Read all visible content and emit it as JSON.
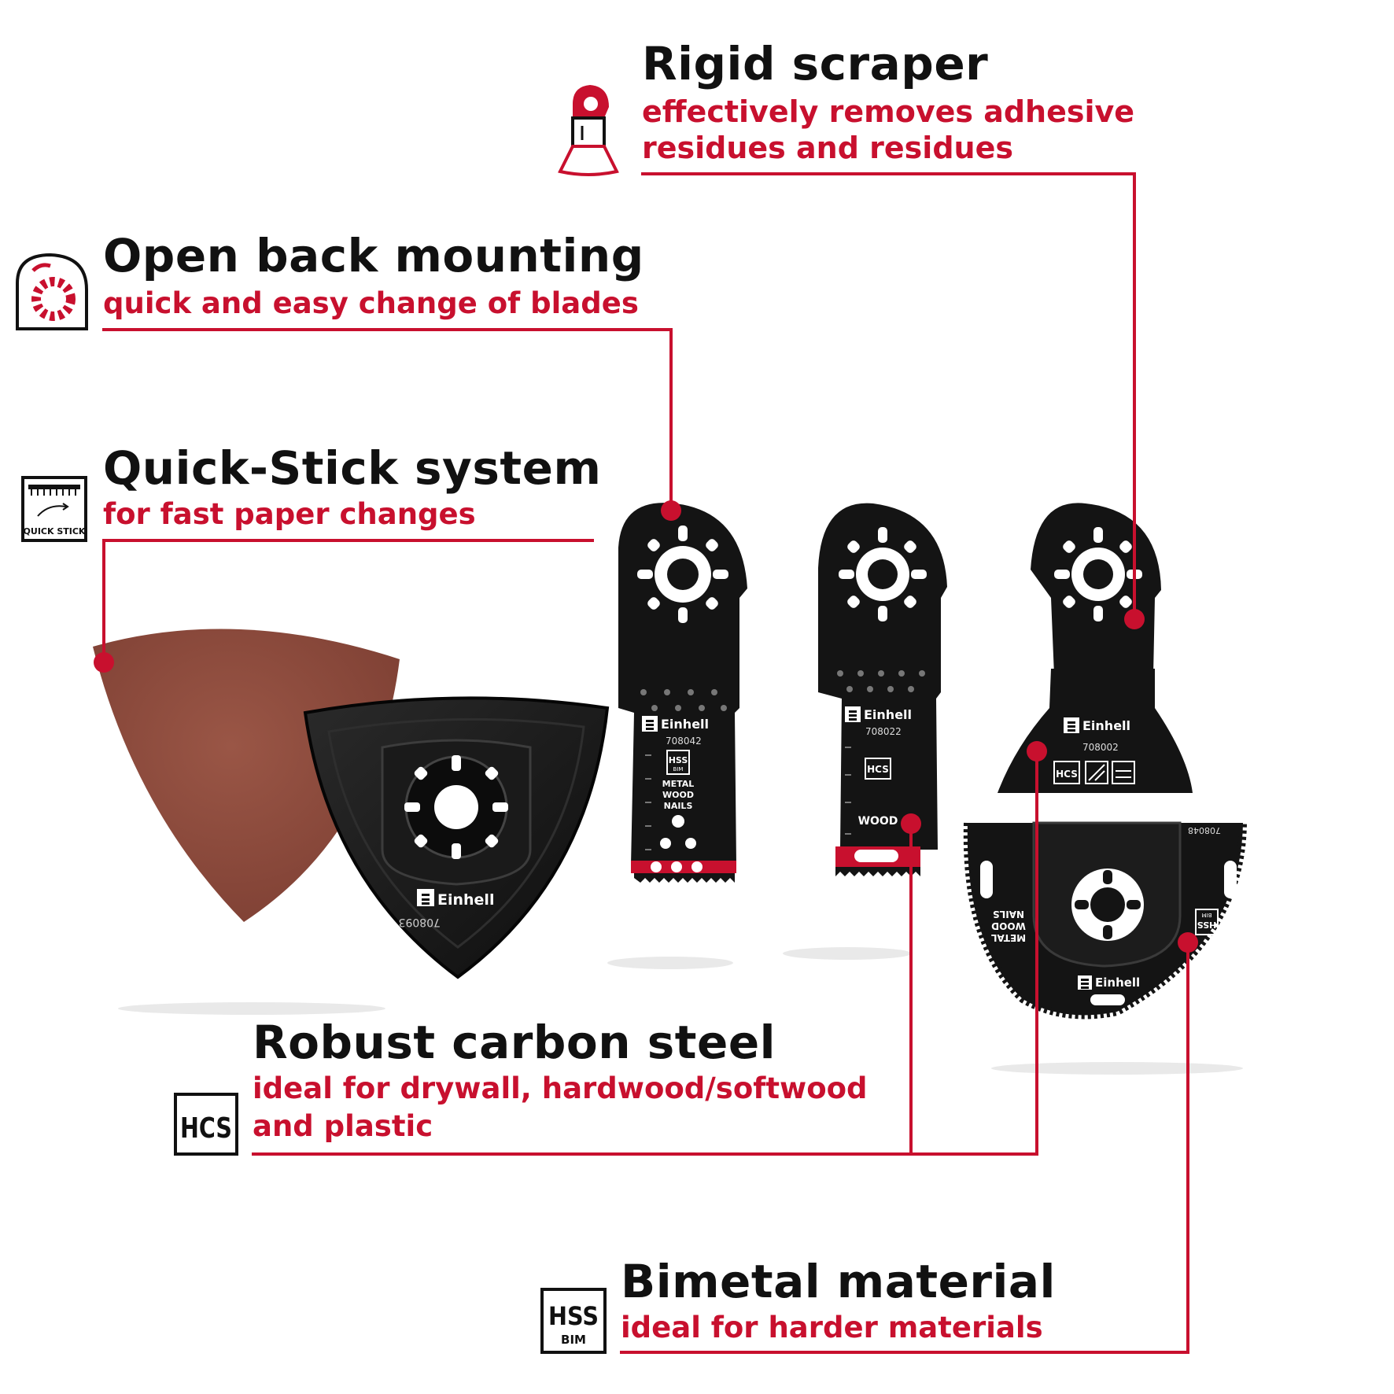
{
  "features": {
    "rigid_scraper": {
      "title": "Rigid scraper",
      "line1": "effectively removes adhesive",
      "line2": "residues and residues",
      "icon": "scraper-icon"
    },
    "open_back": {
      "title": "Open back mounting",
      "line1": "quick and easy change of blades",
      "icon": "open-back-mount-icon"
    },
    "quick_stick": {
      "title": "Quick-Stick system",
      "line1": "for fast paper changes",
      "icon": "quick-stick-icon",
      "icon_label": "QUICK STICK"
    },
    "carbon_steel": {
      "title": "Robust carbon steel",
      "line1": "ideal for drywall, hardwood/softwood",
      "line2": "and plastic",
      "icon": "hcs-icon",
      "icon_label": "HCS"
    },
    "bimetal": {
      "title": "Bimetal material",
      "line1": "ideal for harder materials",
      "icon": "hss-bim-icon",
      "icon_label_top": "HSS",
      "icon_label_bottom": "BIM"
    }
  },
  "products": {
    "brand": "Einhell",
    "sanding_pad_code": "708093",
    "blade1": {
      "code": "708042",
      "badge_top": "HSS",
      "badge_bottom": "BIM",
      "material1": "METAL",
      "material2": "WOOD",
      "material3": "NAILS"
    },
    "blade2": {
      "code": "708022",
      "badge": "HCS",
      "material": "WOOD"
    },
    "scraper": {
      "code": "708002",
      "badge": "HCS"
    },
    "segment": {
      "code": "708048",
      "badge_top": "HSS",
      "badge_bottom": "BIM",
      "material1": "METAL",
      "material2": "WOOD",
      "material3": "NAILS"
    }
  },
  "colors": {
    "accent": "#c8102e",
    "title": "#111111",
    "blade": "#141414",
    "sandpaper": "#8b4a3c"
  }
}
